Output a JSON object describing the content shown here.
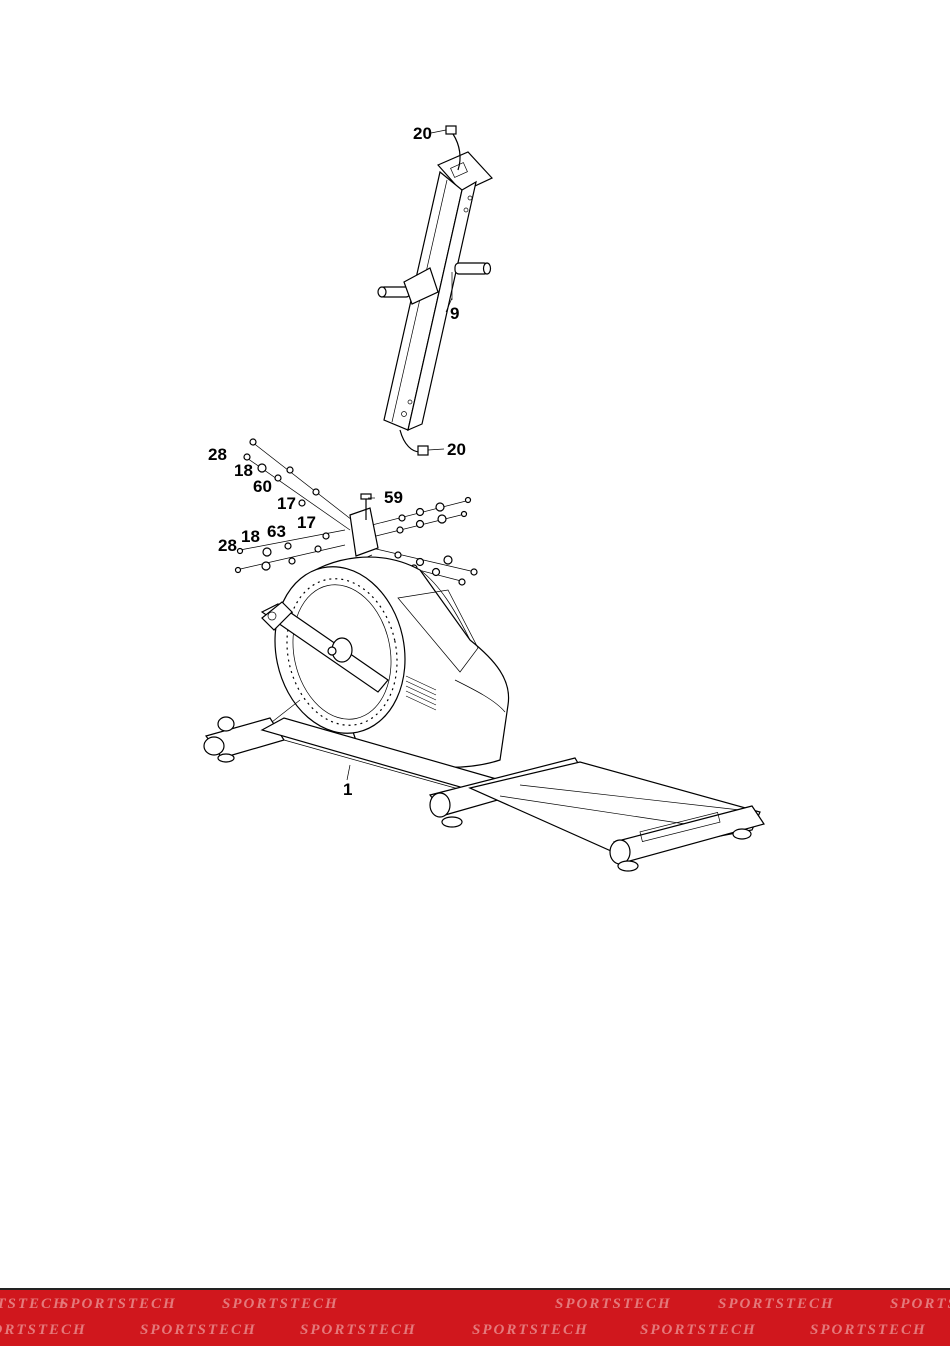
{
  "diagram": {
    "labels": {
      "p20_top": "20",
      "p9": "9",
      "p20_bottom": "20",
      "p28_top": "28",
      "p18_top": "18",
      "p60": "60",
      "p17_a": "17",
      "p59": "59",
      "p17_b": "17",
      "p18_bottom": "18",
      "p63": "63",
      "p28_bottom": "28",
      "p1": "1"
    }
  },
  "footer": {
    "brand": "SPORTSTECH",
    "band_color": "#d0171d"
  }
}
